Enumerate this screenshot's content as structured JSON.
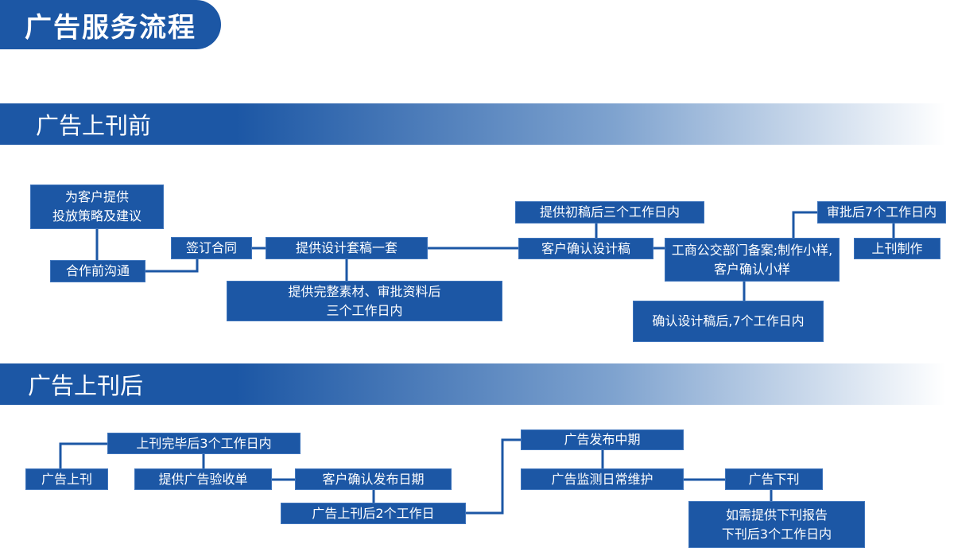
{
  "title": "广告服务流程",
  "sections": [
    {
      "heading": "广告上刊前",
      "boxes": {
        "strategy": [
          "为客户提供",
          "投放策略及建议"
        ],
        "communication": "合作前沟通",
        "contract": "签订合同",
        "design_set": "提供设计套稿一套",
        "materials": [
          "提供完整素材、审批资料后",
          "三个工作日内"
        ],
        "first_draft": "提供初稿后三个工作日内",
        "confirm_design": "客户确认设计稿",
        "filing": [
          "工商公交部门备案;制作小样,",
          "客户确认小样"
        ],
        "after_confirm": "确认设计稿后,7个工作日内",
        "approval": "审批后7个工作日内",
        "production": "上刊制作"
      }
    },
    {
      "heading": "广告上刊后",
      "boxes": {
        "after_finish": "上刊完毕后3个工作日内",
        "launch": "广告上刊",
        "acceptance": "提供广告验收单",
        "confirm_date": "客户确认发布日期",
        "two_days": "广告上刊后2个工作日",
        "midterm": "广告发布中期",
        "monitoring": "广告监测日常维护",
        "takedown": "广告下刊",
        "report": [
          "如需提供下刊报告",
          "下刊后3个工作日内"
        ]
      }
    }
  ]
}
